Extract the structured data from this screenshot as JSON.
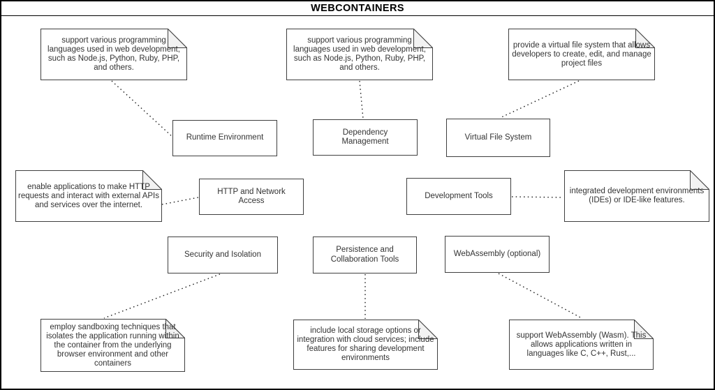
{
  "title": "WEBCONTAINERS",
  "colors": {
    "frame": "#000000",
    "shape_border": "#3f3f3f",
    "text": "#333333",
    "note_fill": "#ffffff",
    "note_fold": "#f2f2f2",
    "connector": "#1a1a1a",
    "background": "#ffffff"
  },
  "nodes": [
    {
      "id": "runtime-environment",
      "label": "Runtime Environment"
    },
    {
      "id": "dependency-management",
      "label": "Dependency Management"
    },
    {
      "id": "virtual-file-system",
      "label": "Virtual File System"
    },
    {
      "id": "http-network-access",
      "label": "HTTP and Network Access"
    },
    {
      "id": "development-tools",
      "label": "Development Tools"
    },
    {
      "id": "security-isolation",
      "label": "Security and Isolation"
    },
    {
      "id": "persistence-collaboration",
      "label": "Persistence and Collaboration Tools"
    },
    {
      "id": "webassembly-optional",
      "label": "WebAssembly (optional)"
    }
  ],
  "notes": [
    {
      "id": "note-runtime-languages",
      "text": "support various programming languages used in web development, such as Node.js, Python, Ruby, PHP, and others."
    },
    {
      "id": "note-dependency-languages",
      "text": "support various programming languages used in web development, such as Node.js, Python, Ruby, PHP, and others."
    },
    {
      "id": "note-virtual-file-system",
      "text": "provide a virtual file system that allows developers to create, edit, and manage project files"
    },
    {
      "id": "note-http-access",
      "text": "enable applications to make HTTP requests and interact with external APIs and services over the internet."
    },
    {
      "id": "note-ide-features",
      "text": "integrated development environments (IDEs) or IDE-like features."
    },
    {
      "id": "note-sandboxing",
      "text": "employ sandboxing techniques that isolates the application running within the container from the underlying browser environment and other containers"
    },
    {
      "id": "note-storage-collaboration",
      "text": "include local storage options or integration with cloud services; include features for sharing development environments"
    },
    {
      "id": "note-wasm-support",
      "text": "support WebAssembly (Wasm). This allows applications written in languages like C, C++, Rust,..."
    }
  ],
  "connections": [
    {
      "from": "note-runtime-languages",
      "to": "runtime-environment"
    },
    {
      "from": "note-dependency-languages",
      "to": "dependency-management"
    },
    {
      "from": "note-virtual-file-system",
      "to": "virtual-file-system"
    },
    {
      "from": "note-http-access",
      "to": "http-network-access"
    },
    {
      "from": "development-tools",
      "to": "note-ide-features"
    },
    {
      "from": "security-isolation",
      "to": "note-sandboxing"
    },
    {
      "from": "persistence-collaboration",
      "to": "note-storage-collaboration"
    },
    {
      "from": "webassembly-optional",
      "to": "note-wasm-support"
    }
  ]
}
